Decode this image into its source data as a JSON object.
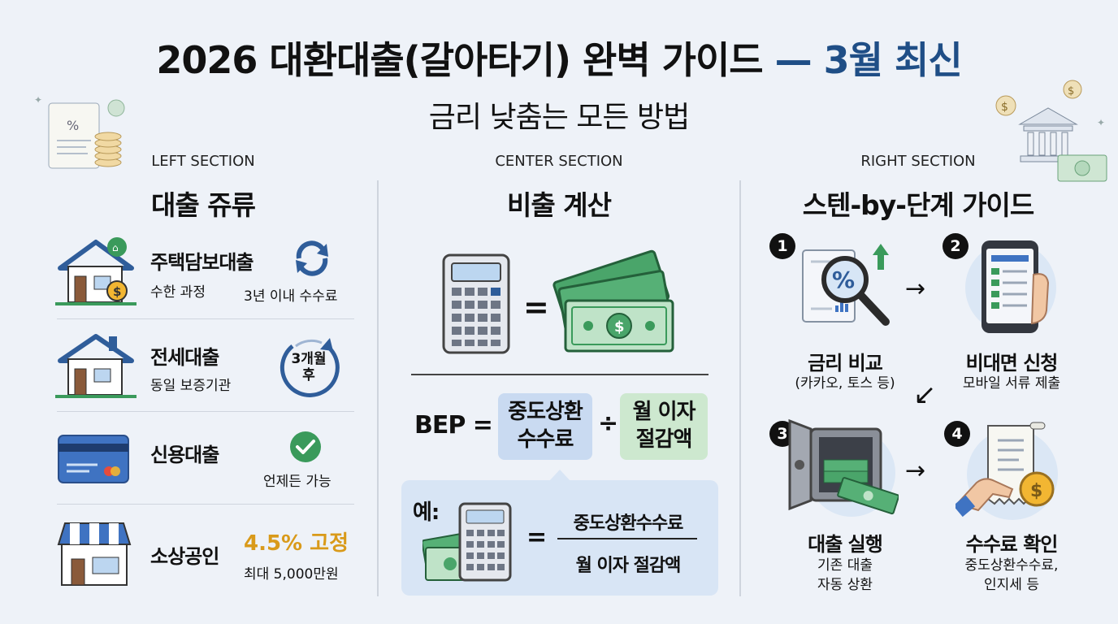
{
  "header": {
    "title_main": "2026 대환대출(갈아타기) 완벽 가이드",
    "title_dash": "—",
    "title_accent": "3월 최신",
    "subtitle": "금리 낮춤는 모든 방법"
  },
  "left": {
    "section_label": "LEFT SECTION",
    "section_title": "대출 쥬류",
    "items": [
      {
        "name": "주택담보대출",
        "sub": "수한 과정",
        "note": "3년 이내 수수료"
      },
      {
        "name": "전세대출",
        "sub": "동일 보증기관",
        "badge": "3개월\n후"
      },
      {
        "name": "신용대출",
        "note": "언제든 가능"
      },
      {
        "name": "소상공인",
        "rate": "4.5% 고정",
        "note": "최대 5,000만원"
      }
    ]
  },
  "center": {
    "section_label": "CENTER SECTION",
    "section_title": "비출 계산",
    "equals": "=",
    "bep_label": "BEP =",
    "fee_pill": "중도상환\n수수료",
    "divide": "÷",
    "saving_pill": "월 이자\n절감액",
    "example_label": "예:",
    "numerator": "중도상환수수료",
    "denominator": "월 이자 절감액"
  },
  "right": {
    "section_label": "RIGHT SECTION",
    "section_title": "스텐-by-단계 가이드",
    "steps": [
      {
        "num": "1",
        "title": "금리 비교",
        "desc": "(카카오, 토스 등)"
      },
      {
        "num": "2",
        "title": "비대면 신청",
        "desc": "모바일 서류 제출"
      },
      {
        "num": "3",
        "title": "대출 실행",
        "desc": "기존 대출\n자동 상환"
      },
      {
        "num": "4",
        "title": "수수료 확인",
        "desc": "중도상환수수료,\n인지세 등"
      }
    ],
    "arrow_right": "→",
    "arrow_diag": "↙"
  },
  "colors": {
    "accent": "#1f4e86",
    "rate": "#d99a1a",
    "money_green": "#3a9a5b",
    "house_blue": "#2f5d9a",
    "coin_gold": "#f2b632"
  }
}
